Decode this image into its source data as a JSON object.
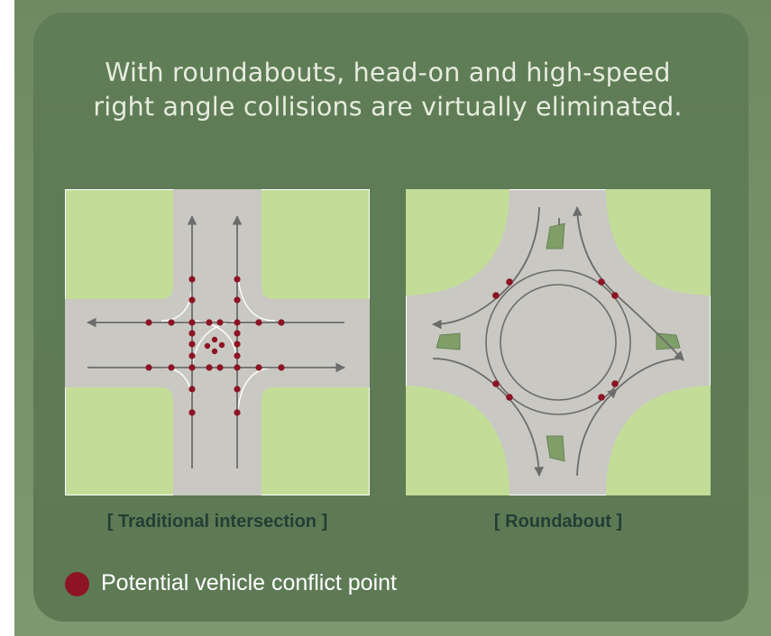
{
  "headline": "With roundabouts, head-on and high-speed right angle collisions are virtually eliminated.",
  "captions": {
    "traditional": "[ Traditional intersection ]",
    "roundabout": "[ Roundabout ]"
  },
  "legend": {
    "label": "Potential vehicle conflict point"
  },
  "colors": {
    "background": "#5d7a55",
    "grass": "#c3dd99",
    "road": "#c9c8c2",
    "conflict_point": "#8c1424",
    "caption_text": "#233e35"
  }
}
